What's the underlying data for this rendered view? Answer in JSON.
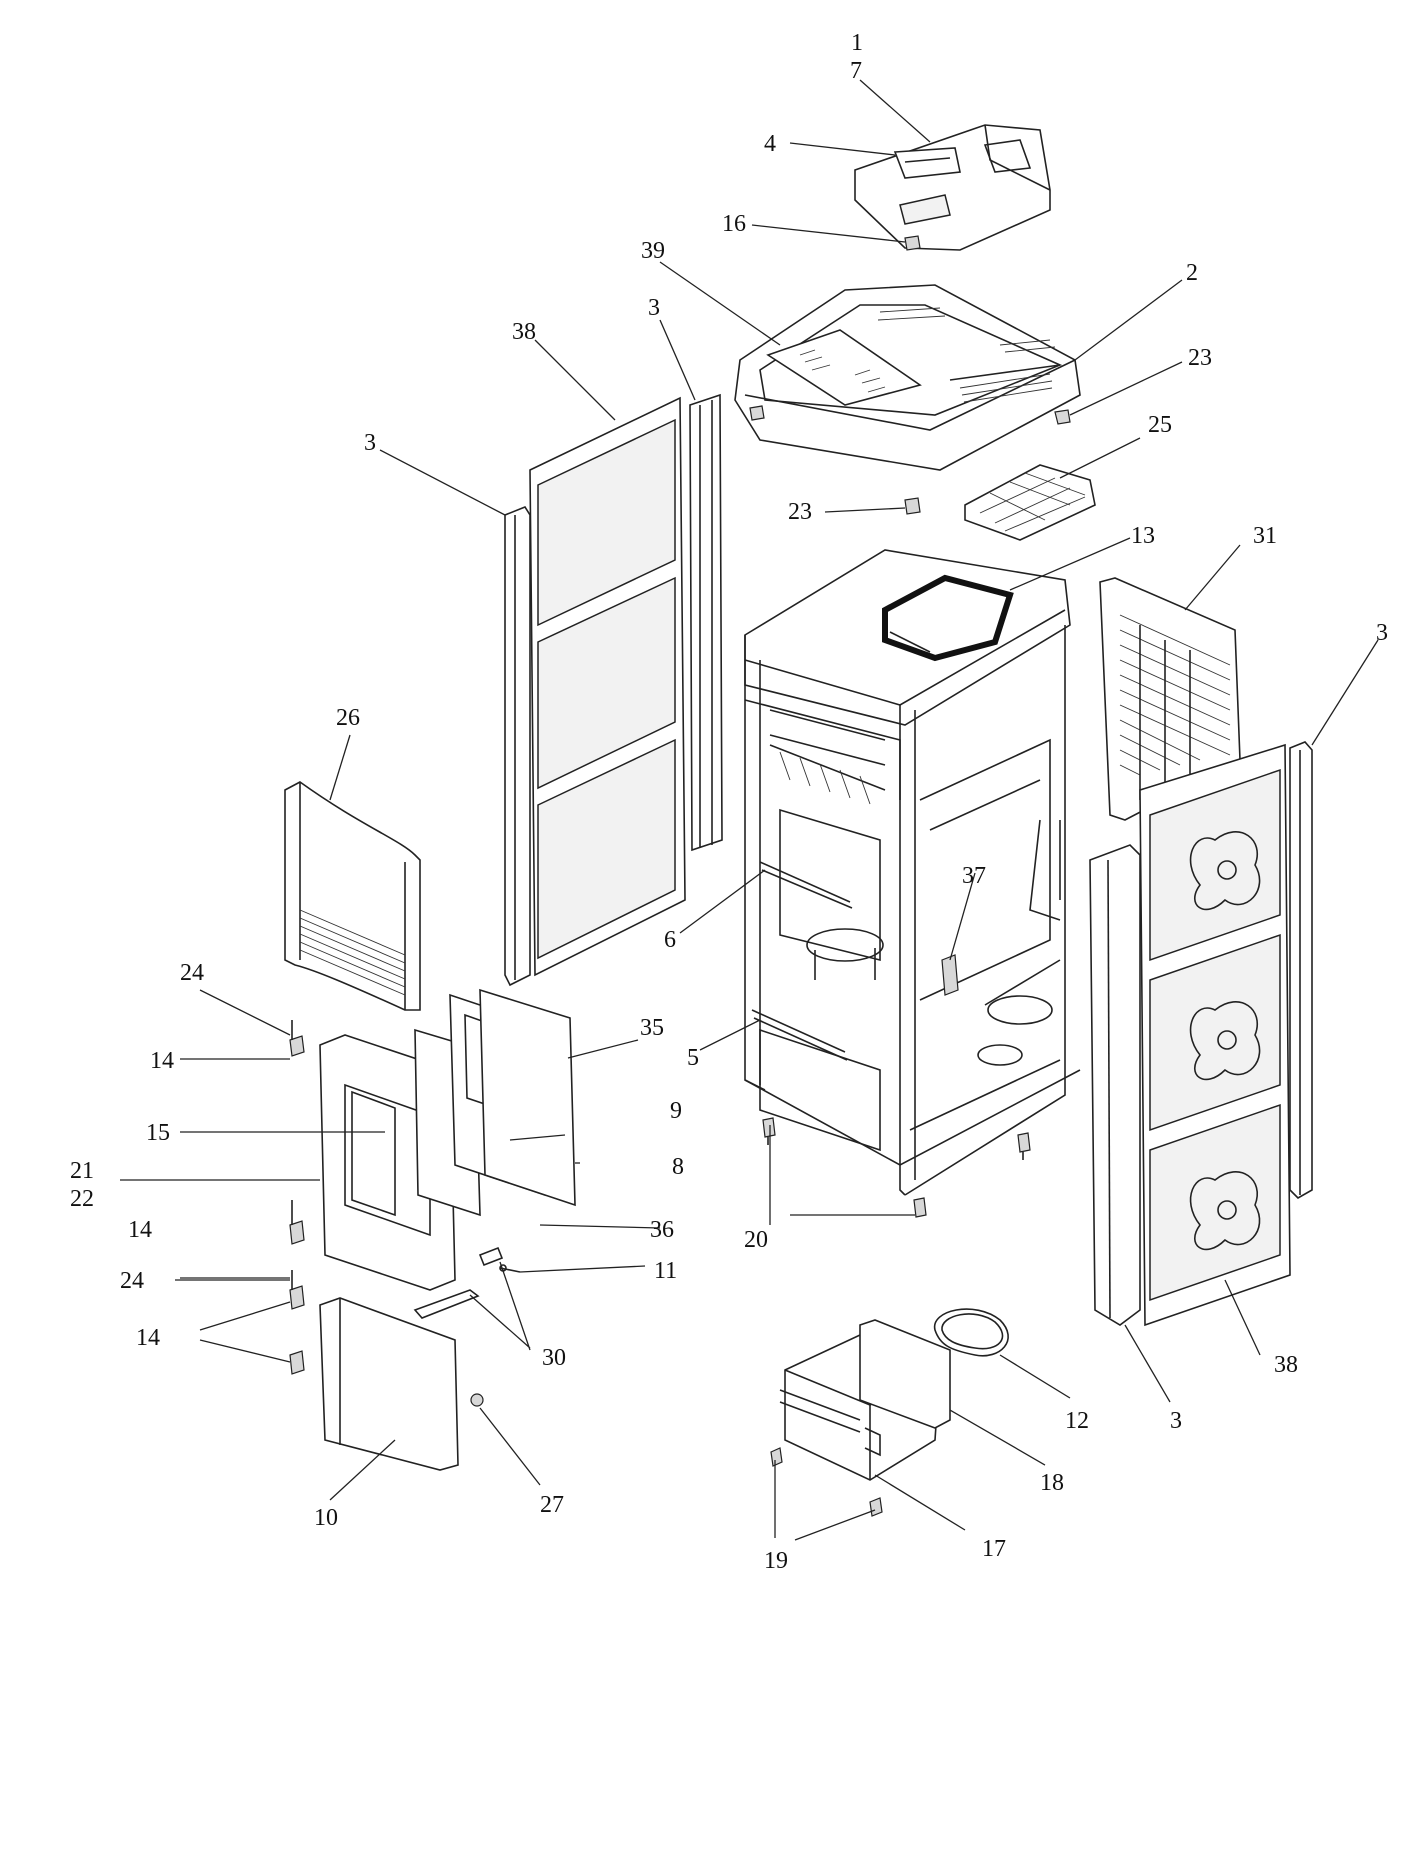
{
  "diagram": {
    "callouts": [
      {
        "id": "c1",
        "text": "1"
      },
      {
        "id": "c7",
        "text": "7"
      },
      {
        "id": "c4",
        "text": "4"
      },
      {
        "id": "c16",
        "text": "16"
      },
      {
        "id": "c39",
        "text": "39"
      },
      {
        "id": "c2",
        "text": "2"
      },
      {
        "id": "c23a",
        "text": "23"
      },
      {
        "id": "c25",
        "text": "25"
      },
      {
        "id": "c23b",
        "text": "23"
      },
      {
        "id": "c13",
        "text": "13"
      },
      {
        "id": "c31",
        "text": "31"
      },
      {
        "id": "c3a",
        "text": "3"
      },
      {
        "id": "c38a",
        "text": "38"
      },
      {
        "id": "c3b",
        "text": "3"
      },
      {
        "id": "c3c",
        "text": "3"
      },
      {
        "id": "c26",
        "text": "26"
      },
      {
        "id": "c6",
        "text": "6"
      },
      {
        "id": "c37",
        "text": "37"
      },
      {
        "id": "c24a",
        "text": "24"
      },
      {
        "id": "c35",
        "text": "35"
      },
      {
        "id": "c5",
        "text": "5"
      },
      {
        "id": "c14a",
        "text": "14"
      },
      {
        "id": "c9",
        "text": "9"
      },
      {
        "id": "c15",
        "text": "15"
      },
      {
        "id": "c8",
        "text": "8"
      },
      {
        "id": "c21",
        "text": "21"
      },
      {
        "id": "c22",
        "text": "22"
      },
      {
        "id": "c14b",
        "text": "14"
      },
      {
        "id": "c36",
        "text": "36"
      },
      {
        "id": "c20",
        "text": "20"
      },
      {
        "id": "c24b",
        "text": "24"
      },
      {
        "id": "c11",
        "text": "11"
      },
      {
        "id": "c14c",
        "text": "14"
      },
      {
        "id": "c30",
        "text": "30"
      },
      {
        "id": "c12",
        "text": "12"
      },
      {
        "id": "c3d",
        "text": "3"
      },
      {
        "id": "c38b",
        "text": "38"
      },
      {
        "id": "c18",
        "text": "18"
      },
      {
        "id": "c10",
        "text": "10"
      },
      {
        "id": "c27",
        "text": "27"
      },
      {
        "id": "c17",
        "text": "17"
      },
      {
        "id": "c19",
        "text": "19"
      }
    ]
  }
}
